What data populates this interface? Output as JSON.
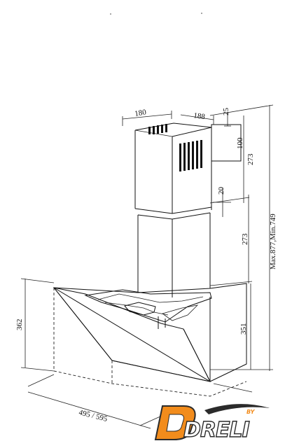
{
  "dimensions": {
    "chimney_depth": "180",
    "chimney_width": "188",
    "vent_offset_top": "25",
    "vent_height": "100",
    "upper_chimney_height": "273",
    "overlap": "20",
    "lower_chimney_height": "273",
    "total_height": "Max.877,Min.749",
    "hood_height": "351",
    "side_height": "362",
    "width_options": "495 / 595"
  },
  "brand": {
    "name": "DRELI",
    "by_label": "BY",
    "accent_color": "#f28c1c",
    "text_color": "#ffffff",
    "outline_color": "#2b2b2b"
  }
}
